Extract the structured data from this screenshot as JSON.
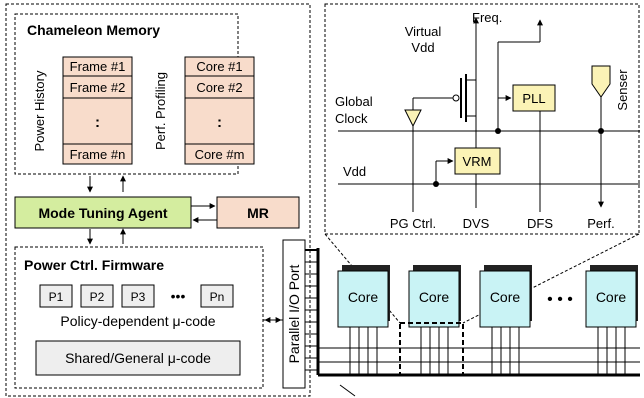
{
  "chameleon_memory": {
    "title": "Chameleon Memory",
    "power_history_label": "Power History",
    "frames": [
      "Frame #1",
      "Frame #2",
      ":",
      "Frame #n"
    ],
    "perf_profiling_label": "Perf. Profiling",
    "cores": [
      "Core #1",
      "Core #2",
      ":",
      "Core #m"
    ]
  },
  "mode_tuning_agent": {
    "label": "Mode Tuning Agent"
  },
  "mr": {
    "label": "MR"
  },
  "power_ctrl_firmware": {
    "title": "Power Ctrl. Firmware",
    "policies": [
      "P1",
      "P2",
      "P3",
      "Pn"
    ],
    "dots": "•••",
    "policy_code_label": "Policy-dependent μ-code",
    "shared_code_label": "Shared/General μ-code"
  },
  "parallel_io_port": {
    "label": "Parallel I/O Port"
  },
  "circuit": {
    "virtual_vdd": [
      "Virtual",
      "Vdd"
    ],
    "freq": "Freq.",
    "global_clock": [
      "Global",
      "Clock"
    ],
    "pll": "PLL",
    "vrm": "VRM",
    "vdd": "Vdd",
    "senser": "Senser",
    "outputs": [
      "PG Ctrl.",
      "DVS",
      "DFS",
      "Perf."
    ]
  },
  "cores_row": {
    "cores": [
      "Core",
      "Core",
      "Core",
      "Core"
    ],
    "dots": "• • •"
  },
  "colors": {
    "mode_tuning_agent_fill": "#d4ed9f",
    "mr_fill": "#f8dccb",
    "memory_cell_fill": "#f8dccb",
    "core_fill": "#c9f3f5",
    "pll_vrm_fill": "#fbf3b6",
    "policy_box_fill": "#eeeeee"
  }
}
